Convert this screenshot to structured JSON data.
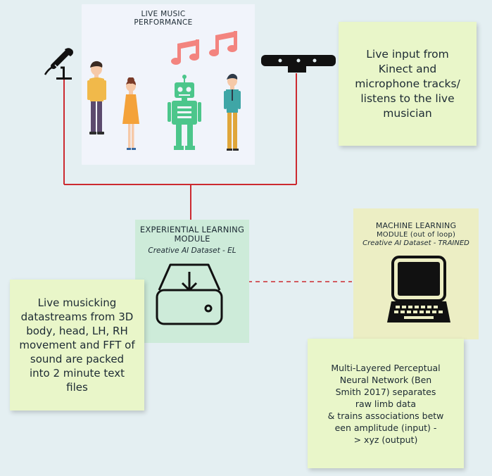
{
  "performance": {
    "title_line1": "LIVE MUSIC",
    "title_line2": "PERFORMANCE"
  },
  "kinect_note": {
    "lines": [
      "Live input from",
      "Kinect and",
      "microphone tracks/",
      "listens to the live",
      "musician"
    ]
  },
  "el_module": {
    "title_line1": "EXPERIENTIAL LEARNING",
    "title_line2": "MODULE",
    "subtitle": "Creative AI Dataset - EL"
  },
  "ml_module": {
    "title_line1": "MACHINE LEARNING",
    "title_line2": "MODULE (out of loop)",
    "subtitle": "Creative AI Dataset - TRAINED"
  },
  "datastream_note": {
    "lines": [
      "Live musicking",
      "datastreams from 3D",
      "body, head, LH, RH",
      "movement and FFT of",
      "sound are packed",
      "into 2 minute text",
      "files"
    ]
  },
  "network_note": {
    "lines": [
      "Multi-Layered Perceptual",
      "Neural Network (Ben",
      "Smith 2017) separates",
      "raw limb data",
      "& trains associations betw",
      "een amplitude (input) -",
      "> xyz (output)"
    ]
  },
  "icons": {
    "microphone": "microphone-icon",
    "kinect": "kinect-sensor-icon",
    "music_notes": "music-notes-icon",
    "download_drive": "download-drive-icon",
    "computer": "computer-icon"
  },
  "colors": {
    "background": "#e4eff2",
    "performance_panel": "#f1f4fb",
    "note": "#e9f6c9",
    "el_module": "#cdebd9",
    "ml_module": "#eceec4",
    "connector": "#cc2a30",
    "robot": "#4cc68b",
    "notes": "#f3847f"
  }
}
